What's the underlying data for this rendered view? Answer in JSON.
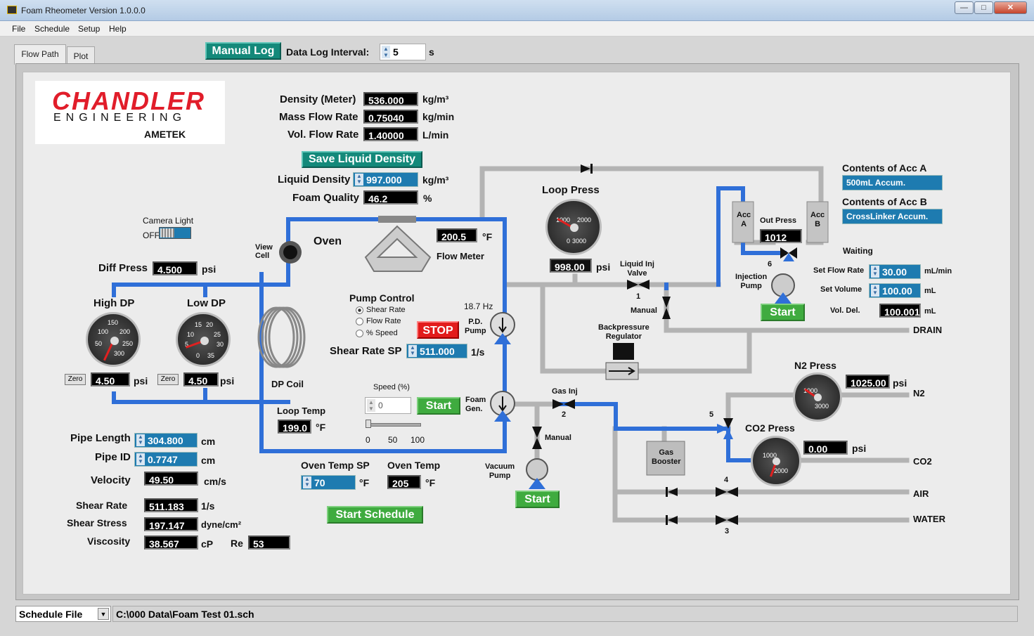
{
  "window": {
    "title": "Foam Rheometer   Version 1.0.0.0"
  },
  "menu": [
    "File",
    "Schedule",
    "Setup",
    "Help"
  ],
  "tabs": [
    "Flow Path",
    "Plot"
  ],
  "toolbar": {
    "manual_log": "Manual Log",
    "data_log_interval_label": "Data Log Interval:",
    "data_log_interval_value": "5",
    "data_log_interval_unit": "s"
  },
  "logo": {
    "line1": "CHANDLER",
    "line2": "ENGINEERING",
    "line3": "AMETEK"
  },
  "meter": {
    "density_label": "Density (Meter)",
    "density_value": "536.000",
    "density_unit": "kg/m³",
    "mass_label": "Mass Flow Rate",
    "mass_value": "0.75040",
    "mass_unit": "kg/min",
    "vol_label": "Vol. Flow Rate",
    "vol_value": "1.40000",
    "vol_unit": "L/min"
  },
  "save_liquid_density": "Save Liquid Density",
  "liquid_density": {
    "label": "Liquid Density",
    "value": "997.000",
    "unit": "kg/m³"
  },
  "foam_quality": {
    "label": "Foam Quality",
    "value": "46.2",
    "unit": "%"
  },
  "camera_light": {
    "label": "Camera Light",
    "state": "OFF"
  },
  "oven": {
    "label": "Oven",
    "view_cell": "View\nCell"
  },
  "flow_meter": {
    "temp": "200.5",
    "unit": "°F",
    "label": "Flow Meter"
  },
  "diff_press": {
    "label": "Diff Press",
    "value": "4.500",
    "unit": "psi"
  },
  "high_dp": {
    "label": "High DP",
    "value": "4.50",
    "unit": "psi",
    "zero": "Zero",
    "ticks": [
      "150",
      "100",
      "200",
      "50",
      "250",
      "300"
    ]
  },
  "low_dp": {
    "label": "Low DP",
    "value": "4.50",
    "unit": "psi",
    "zero": "Zero",
    "ticks": [
      "15",
      "20",
      "10",
      "25",
      "5",
      "30",
      "0",
      "35"
    ]
  },
  "dp_coil": "DP Coil",
  "loop_temp": {
    "label": "Loop Temp",
    "value": "199.0",
    "unit": "°F"
  },
  "pump_control": {
    "title": "Pump Control",
    "options": [
      "Shear Rate",
      "Flow Rate",
      "% Speed"
    ],
    "selected": "Shear Rate",
    "freq": "18.7 Hz",
    "stop": "STOP",
    "pd_pump": "P.D.\nPump",
    "shear_sp_label": "Shear Rate SP",
    "shear_sp_value": "511.000",
    "shear_sp_unit": "1/s"
  },
  "speed": {
    "label": "Speed (%)",
    "value": "0",
    "start": "Start",
    "ticks": [
      "0",
      "50",
      "100"
    ],
    "level_pct": 0,
    "foam_gen": "Foam\nGen."
  },
  "loop_press": {
    "label": "Loop Press",
    "value": "998.00",
    "unit": "psi",
    "ticks": [
      "1000",
      "2000",
      "0",
      "3000"
    ]
  },
  "liquid_inj_valve": {
    "label": "Liquid Inj\nValve",
    "num": "1",
    "manual": "Manual"
  },
  "backpressure": "Backpressure\nRegulator",
  "gas_inj": {
    "label": "Gas Inj",
    "num": "2",
    "manual": "Manual"
  },
  "vacuum_pump": {
    "label": "Vacuum\nPump",
    "start": "Start"
  },
  "gas_booster": "Gas\nBooster",
  "accum": {
    "a": "Acc\nA",
    "b": "Acc\nB",
    "out_press_label": "Out Press",
    "out_press_value": "1012",
    "inj_pump": "Injection\nPump",
    "num": "6",
    "start": "Start",
    "waiting": "Waiting"
  },
  "contents": {
    "a_label": "Contents of Acc A",
    "a_value": "500mL Accum.",
    "b_label": "Contents of Acc B",
    "b_value": "CrossLinker Accum."
  },
  "injection": {
    "flow_label": "Set Flow Rate",
    "flow_value": "30.00",
    "flow_unit": "mL/min",
    "vol_label": "Set Volume",
    "vol_value": "100.00",
    "vol_unit": "mL",
    "del_label": "Vol. Del.",
    "del_value": "100.001",
    "del_unit": "mL"
  },
  "drain": "DRAIN",
  "n2": {
    "label": "N2 Press",
    "value": "1025.00",
    "unit": "psi",
    "line": "N2",
    "ticks": [
      "1000",
      "3000"
    ]
  },
  "co2": {
    "label": "CO2 Press",
    "value": "0.00",
    "unit": "psi",
    "line": "CO2",
    "ticks": [
      "1000",
      "2000"
    ],
    "num": "5"
  },
  "air": {
    "line": "AIR",
    "num": "4"
  },
  "water": {
    "line": "WATER",
    "num": "3"
  },
  "pipe": {
    "length_label": "Pipe Length",
    "length_value": "304.800",
    "length_unit": "cm",
    "id_label": "Pipe ID",
    "id_value": "0.7747",
    "id_unit": "cm",
    "vel_label": "Velocity",
    "vel_value": "49.50",
    "vel_unit": "cm/s"
  },
  "results": {
    "shear_rate_label": "Shear Rate",
    "shear_rate_value": "511.183",
    "shear_rate_unit": "1/s",
    "shear_stress_label": "Shear Stress",
    "shear_stress_value": "197.147",
    "shear_stress_unit": "dyne/cm²",
    "viscosity_label": "Viscosity",
    "viscosity_value": "38.567",
    "viscosity_unit": "cP",
    "re_label": "Re",
    "re_value": "53"
  },
  "oven_temp": {
    "sp_label": "Oven Temp SP",
    "sp_value": "70",
    "sp_unit": "°F",
    "label": "Oven Temp",
    "value": "205",
    "unit": "°F"
  },
  "start_schedule": "Start Schedule",
  "status": {
    "schedule_file": "Schedule File",
    "path": "C:\\000 Data\\Foam Test 01.sch"
  }
}
